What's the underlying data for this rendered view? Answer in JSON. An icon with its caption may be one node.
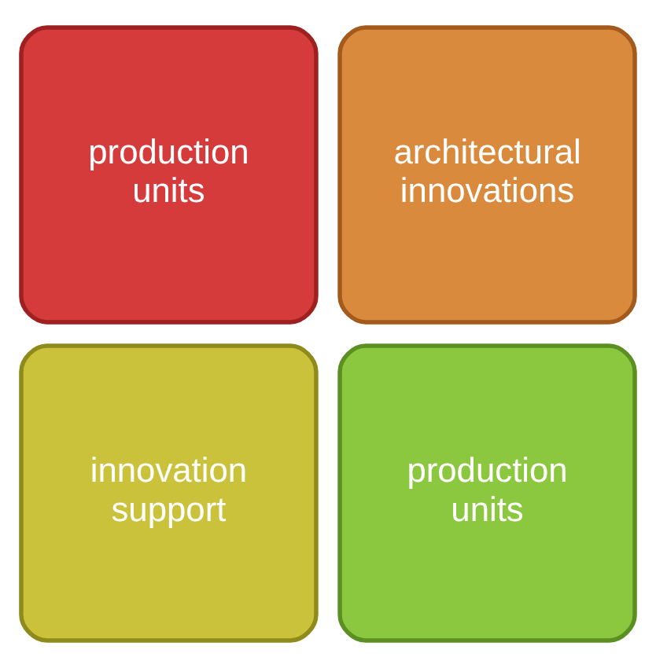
{
  "diagram": {
    "nodes": [
      {
        "text": [
          "production units"
        ]
      },
      {
        "text": [
          "architectural innovations"
        ]
      },
      {
        "text": [
          "innovation support"
        ]
      },
      {
        "text": [
          "production units"
        ]
      }
    ]
  }
}
